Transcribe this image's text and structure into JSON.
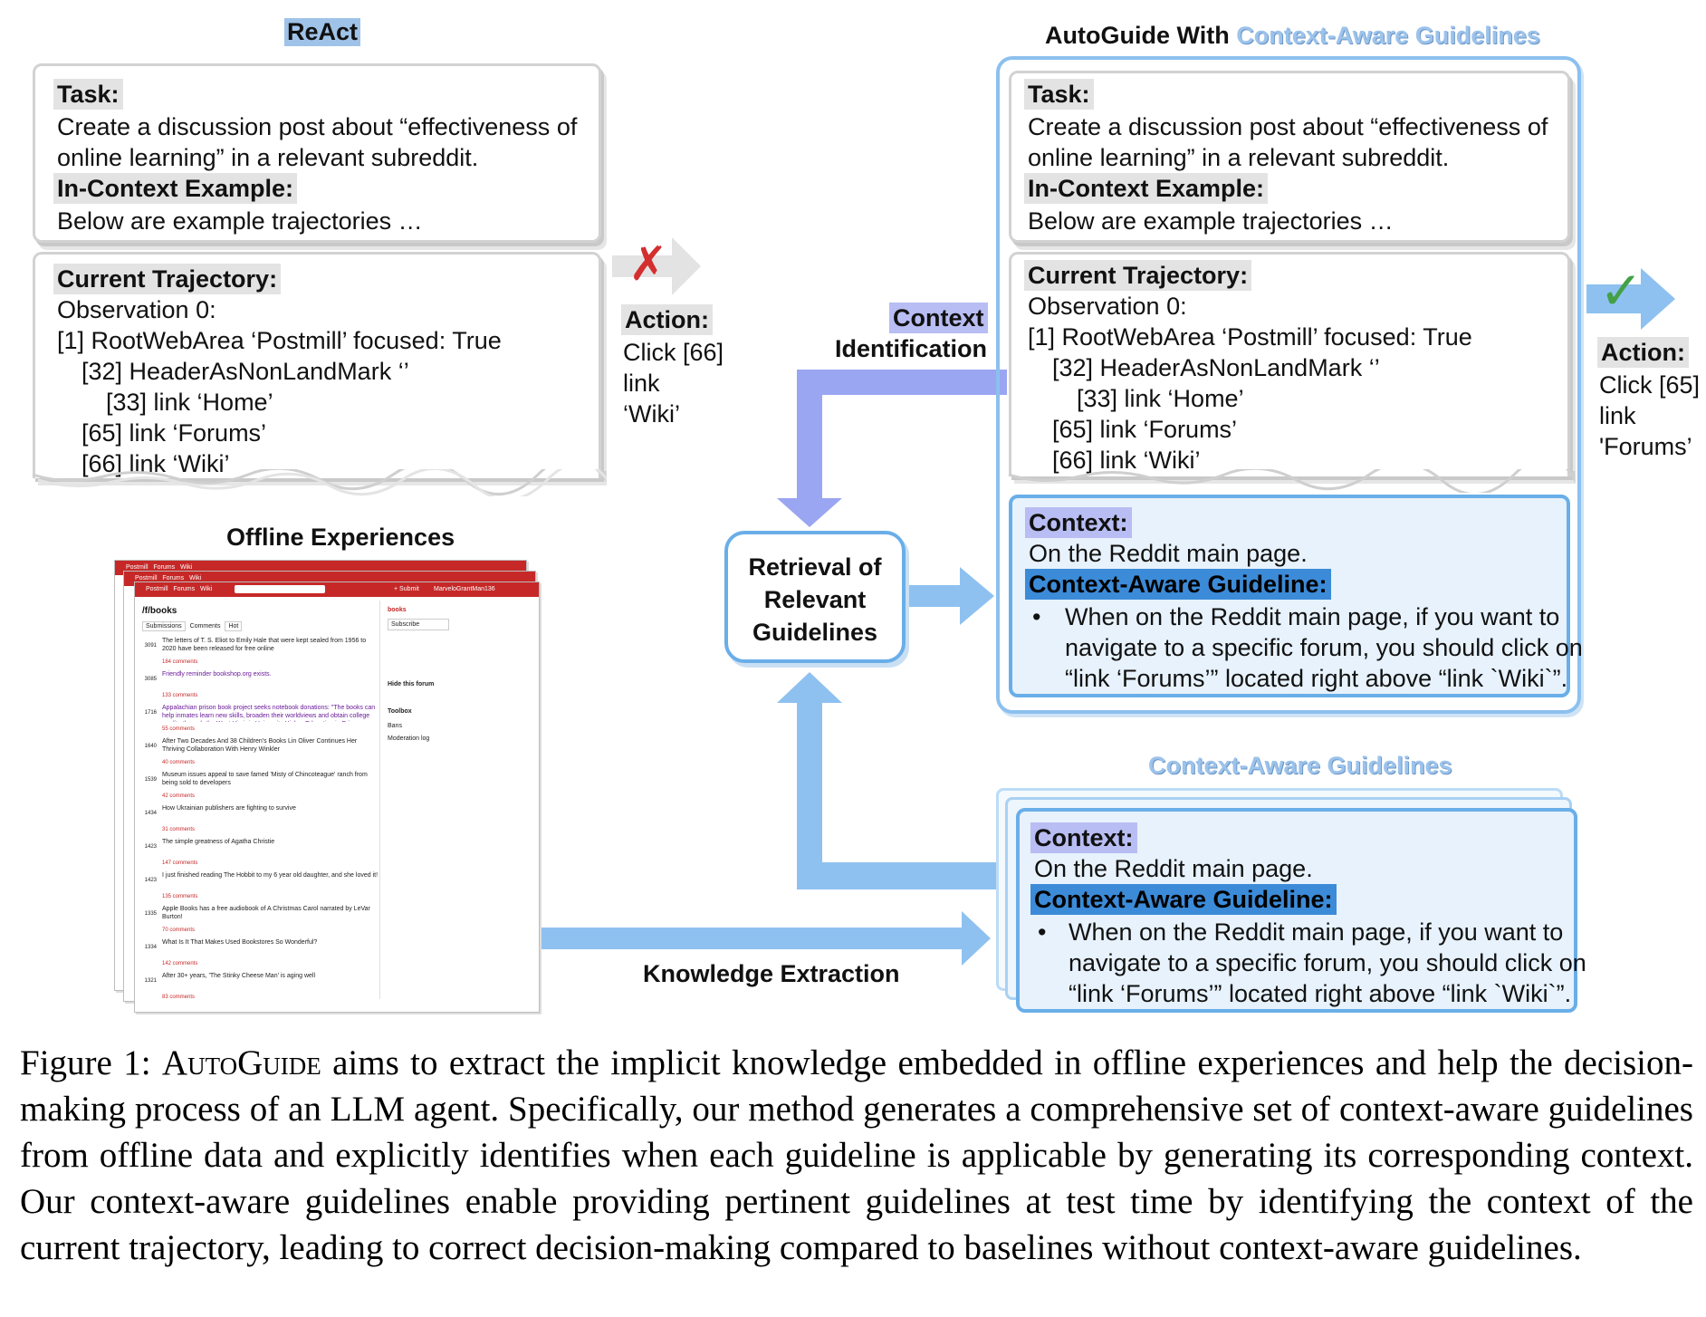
{
  "react": {
    "title": "ReAct",
    "task_label": "Task:",
    "task_line1": "Create a discussion post about “effectiveness of",
    "task_line2": "online learning” in a relevant subreddit.",
    "icl_label": "In-Context Example:",
    "icl_text": "Below are example trajectories …",
    "traj_label": "Current Trajectory:",
    "traj_lines": [
      "Observation 0:",
      "[1] RootWebArea ‘Postmill’ focused: True",
      "[32] HeaderAsNonLandMark ‘’",
      "[33] link ‘Home’",
      "[65] link ‘Forums’",
      "[66] link ‘Wiki’"
    ],
    "action_label": "Action:",
    "action_lines": [
      "Click [66]",
      "link",
      "‘Wiki’"
    ],
    "mark": "✗"
  },
  "autoguide": {
    "title_prefix": "AutoGuide With ",
    "title_suffix": "Context-Aware Guidelines",
    "task_label": "Task:",
    "task_line1": "Create a discussion post about “effectiveness of",
    "task_line2": "online learning” in a relevant subreddit.",
    "icl_label": "In-Context Example:",
    "icl_text": "Below are example trajectories …",
    "traj_label": "Current Trajectory:",
    "traj_lines": [
      "Observation 0:",
      "[1] RootWebArea ‘Postmill’ focused: True",
      "[32] HeaderAsNonLandMark ‘’",
      "[33] link ‘Home’",
      "[65] link ‘Forums’",
      "[66] link ‘Wiki’"
    ],
    "context_label": "Context:",
    "context_text": "On the Reddit main page.",
    "guideline_label": "Context-Aware Guideline:",
    "guideline_lines": [
      "When on the Reddit main page, if you want to",
      "navigate to a specific forum, you should click on",
      "“link ‘Forums’” located right above “link `Wiki`”."
    ],
    "action_label": "Action:",
    "action_lines": [
      "Click [65]",
      "link",
      "'Forums’"
    ],
    "mark": "✓"
  },
  "context_identification": {
    "line1": "Context",
    "line2": "Identification"
  },
  "retrieval": {
    "line1": "Retrieval of",
    "line2": "Relevant",
    "line3": "Guidelines"
  },
  "offline": {
    "title": "Offline Experiences",
    "nav": [
      "Postmill",
      "Forums",
      "Wiki"
    ],
    "user": "MarveloGrantMan136",
    "submit": "+ Submit",
    "forum": "/f/books",
    "tabs": [
      "Submissions",
      "Comments",
      "Hot"
    ],
    "posts": [
      {
        "score": "3091",
        "title": "The letters of T. S. Eliot to Emily Hale that were kept sealed from 1956 to 2020 have been released for free online",
        "comments": "184 comments"
      },
      {
        "score": "3085",
        "title": "Friendly reminder bookshop.org exists.",
        "comments": "133 comments"
      },
      {
        "score": "1716",
        "title": "Appalachian prison book project seeks notebook donations: \"The books can help inmates learn new skills, broaden their worldviews and obtain college credits through the West Virginia University Higher Education in Prison Initiative\"",
        "comments": "55 comments"
      },
      {
        "score": "1640",
        "title": "After Two Decades And 38 Children's Books Lin Oliver Continues Her Thriving Collaboration With Henry Winkler",
        "comments": "40 comments"
      },
      {
        "score": "1539",
        "title": "Museum issues appeal to save famed 'Misty of Chincoteague' ranch from being sold to developers",
        "comments": "42 comments"
      },
      {
        "score": "1434",
        "title": "How Ukrainian publishers are fighting to survive",
        "comments": "31 comments"
      },
      {
        "score": "1423",
        "title": "The simple greatness of Agatha Christie",
        "comments": "147 comments"
      },
      {
        "score": "1423",
        "title": "I just finished reading The Hobbit to my 6 year old daughter, and she loved it!",
        "comments": "135 comments"
      },
      {
        "score": "1335",
        "title": "Apple Books has a free audiobook of A Christmas Carol narrated by LeVar Burton!",
        "comments": "70 comments"
      },
      {
        "score": "1334",
        "title": "What Is It That Makes Used Bookstores So Wonderful?",
        "comments": "142 comments"
      },
      {
        "score": "1321",
        "title": "After 30+ years, 'The Stinky Cheese Man' is aging well",
        "comments": "83 comments"
      }
    ],
    "sidebar": {
      "name": "books",
      "subscribe": "Subscribe",
      "hide": "Hide this forum",
      "toolbox": "Toolbox",
      "bans": "Bans",
      "modlog": "Moderation log"
    }
  },
  "guidelines_store": {
    "title": "Context-Aware Guidelines",
    "context_label": "Context:",
    "context_text": "On the Reddit main page.",
    "guideline_label": "Context-Aware Guideline:",
    "guideline_lines": [
      "When on the Reddit main page, if you want to",
      "navigate to a specific forum, you should click on",
      "“link ‘Forums’” located right above “link `Wiki`”."
    ]
  },
  "knowledge_extraction": "Knowledge Extraction",
  "caption": {
    "prefix": "Figure 1: ",
    "name": "AutoGuide",
    "text": " aims to extract the implicit knowledge embedded in offline experiences and help the decision-making process of an LLM agent.  Specifically, our method generates a comprehensive set of context-aware guidelines from offline data and explicitly identifies when each guideline is applicable by generating its corresponding context. Our context-aware guidelines enable providing pertinent guidelines at test time by identifying the context of the current trajectory, leading to correct decision-making compared to baselines without context-aware guidelines."
  },
  "colors": {
    "arrow_blue": "#8ec1f0",
    "arrow_purple": "#9aa6f2",
    "red_x": "#d32f2f",
    "green_check": "#43a047"
  }
}
